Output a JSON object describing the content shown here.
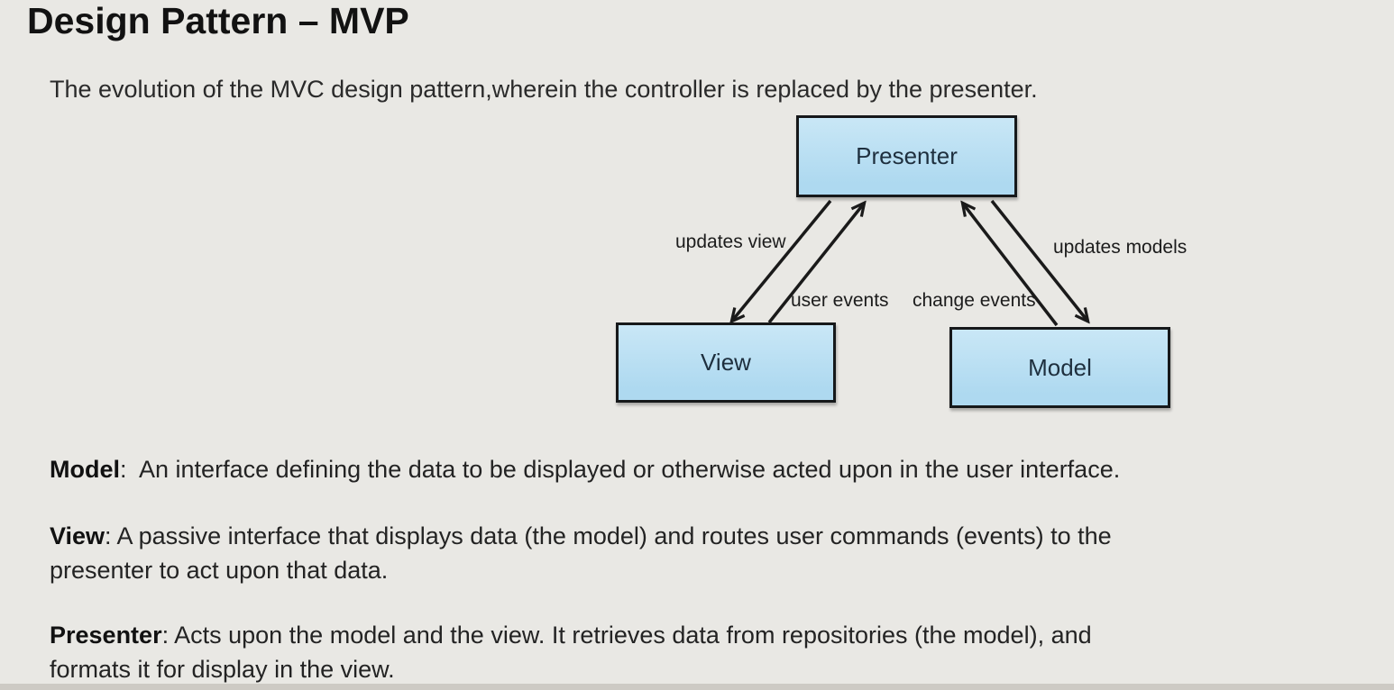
{
  "slide": {
    "title": "Design Pattern – MVP",
    "subtitle": "The evolution of the MVC design pattern,wherein the controller is replaced by the presenter."
  },
  "diagram": {
    "nodes": {
      "presenter": {
        "label": "Presenter"
      },
      "view": {
        "label": "View"
      },
      "model": {
        "label": "Model"
      }
    },
    "edges": {
      "updates_view": {
        "label": "updates view",
        "from": "Presenter",
        "to": "View"
      },
      "user_events": {
        "label": "user events",
        "from": "View",
        "to": "Presenter"
      },
      "change_events": {
        "label": "change events",
        "from": "Model",
        "to": "Presenter"
      },
      "updates_models": {
        "label": "updates models",
        "from": "Presenter",
        "to": "Model"
      }
    }
  },
  "definitions": [
    {
      "term": "Model",
      "text": ":  An interface defining the data to be displayed or otherwise acted upon in the user interface."
    },
    {
      "term": "View",
      "text": ": A passive interface that displays data (the model) and routes user commands (events) to the\npresenter to act upon that data."
    },
    {
      "term": "Presenter",
      "text": ": Acts upon the model and the view. It retrieves data from repositories (the model), and\nformats it for display in the view."
    }
  ],
  "colors": {
    "background": "#e9e8e4",
    "text": "#1f1f1f",
    "node_fill": "#b2dcf2",
    "node_border": "#16181a",
    "arrow": "#1a1a1a"
  }
}
